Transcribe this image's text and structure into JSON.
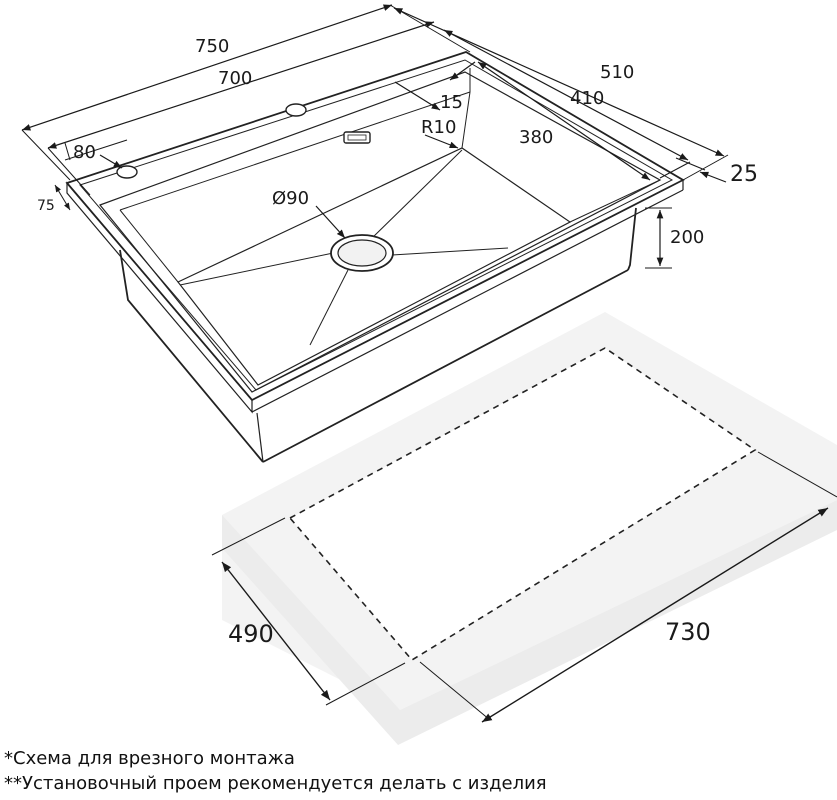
{
  "diagram": {
    "dimensions": {
      "total_length": "750",
      "inner_length": "700",
      "total_width": "510",
      "inner_width": "410",
      "bowl_width": "380",
      "rim_step": "15",
      "corner_radius": "R10",
      "tap_hole_offset_x": "80",
      "tap_hole_offset_y": "75",
      "drain_diameter": "Ø90",
      "depth": "200",
      "rim_height": "25",
      "cutout_width": "490",
      "cutout_length": "730"
    },
    "notes": [
      "*Схема для врезного монтажа",
      "**Установочный проем рекомендуется делать с изделия"
    ]
  }
}
